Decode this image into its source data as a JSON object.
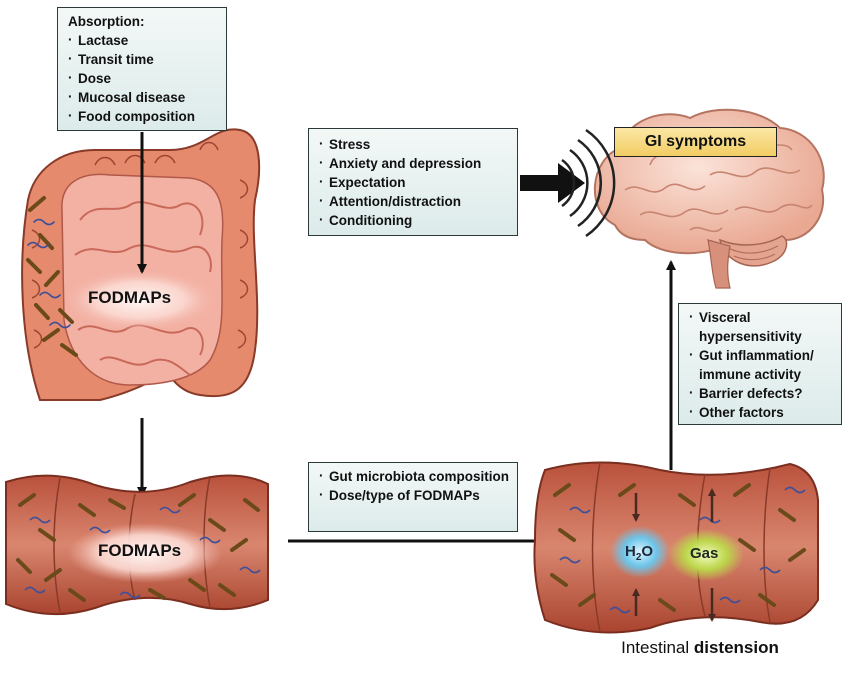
{
  "absorption": {
    "title": "Absorption:",
    "items": [
      "Lactase",
      "Transit time",
      "Dose",
      "Mucosal disease",
      "Food composition"
    ]
  },
  "psych_factors": {
    "items": [
      "Stress",
      "Anxiety and depression",
      "Expectation",
      "Attention/distraction",
      "Conditioning"
    ]
  },
  "gi_symptoms": "GI symptoms",
  "fodmaps_colon": "FODMAPs",
  "fodmaps_segment": "FODMAPs",
  "microbiota_factors": {
    "items": [
      "Gut microbiota composition",
      "Dose/type of FODMAPs"
    ]
  },
  "visceral_factors": {
    "items": [
      "Visceral hypersensitivity",
      "Gut inflammation/ immune activity",
      "Barrier defects?",
      "Other factors"
    ]
  },
  "water_label": "H",
  "water_sub": "2",
  "water_end": "O",
  "gas_label": "Gas",
  "caption_a": "Intestinal ",
  "caption_b": "distension",
  "colors": {
    "box_fill": "#dcebea",
    "gi_box": "#f2cd63",
    "gut_tissue": "#c96a52",
    "brain": "#f2c6b6",
    "water_glow": "#6cc5ea",
    "gas_glow": "#bcd64a"
  }
}
